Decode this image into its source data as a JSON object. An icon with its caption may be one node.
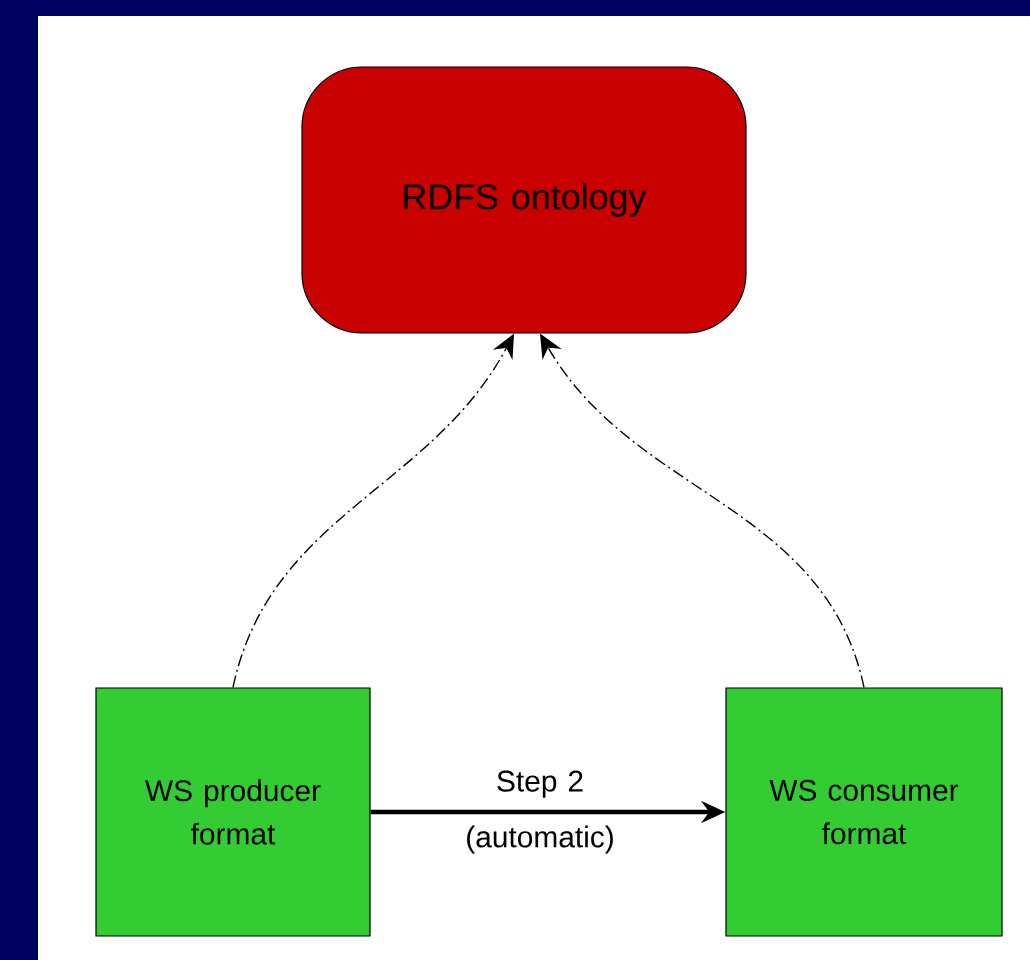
{
  "diagram": {
    "nodes": [
      {
        "text": [
          "RDFS ontology"
        ]
      },
      {
        "text": [
          "WS producer format"
        ]
      },
      {
        "text": [
          "WS consumer format"
        ]
      }
    ],
    "edges": [
      {
        "from": 1,
        "to": 0,
        "arrow": "to",
        "style": "dashed"
      },
      {
        "from": 2,
        "to": 0,
        "arrow": "to",
        "style": "dashed"
      },
      {
        "from": 1,
        "to": 2,
        "arrow": "to",
        "style": "thick",
        "label": "Step 2 (automatic)"
      }
    ]
  }
}
